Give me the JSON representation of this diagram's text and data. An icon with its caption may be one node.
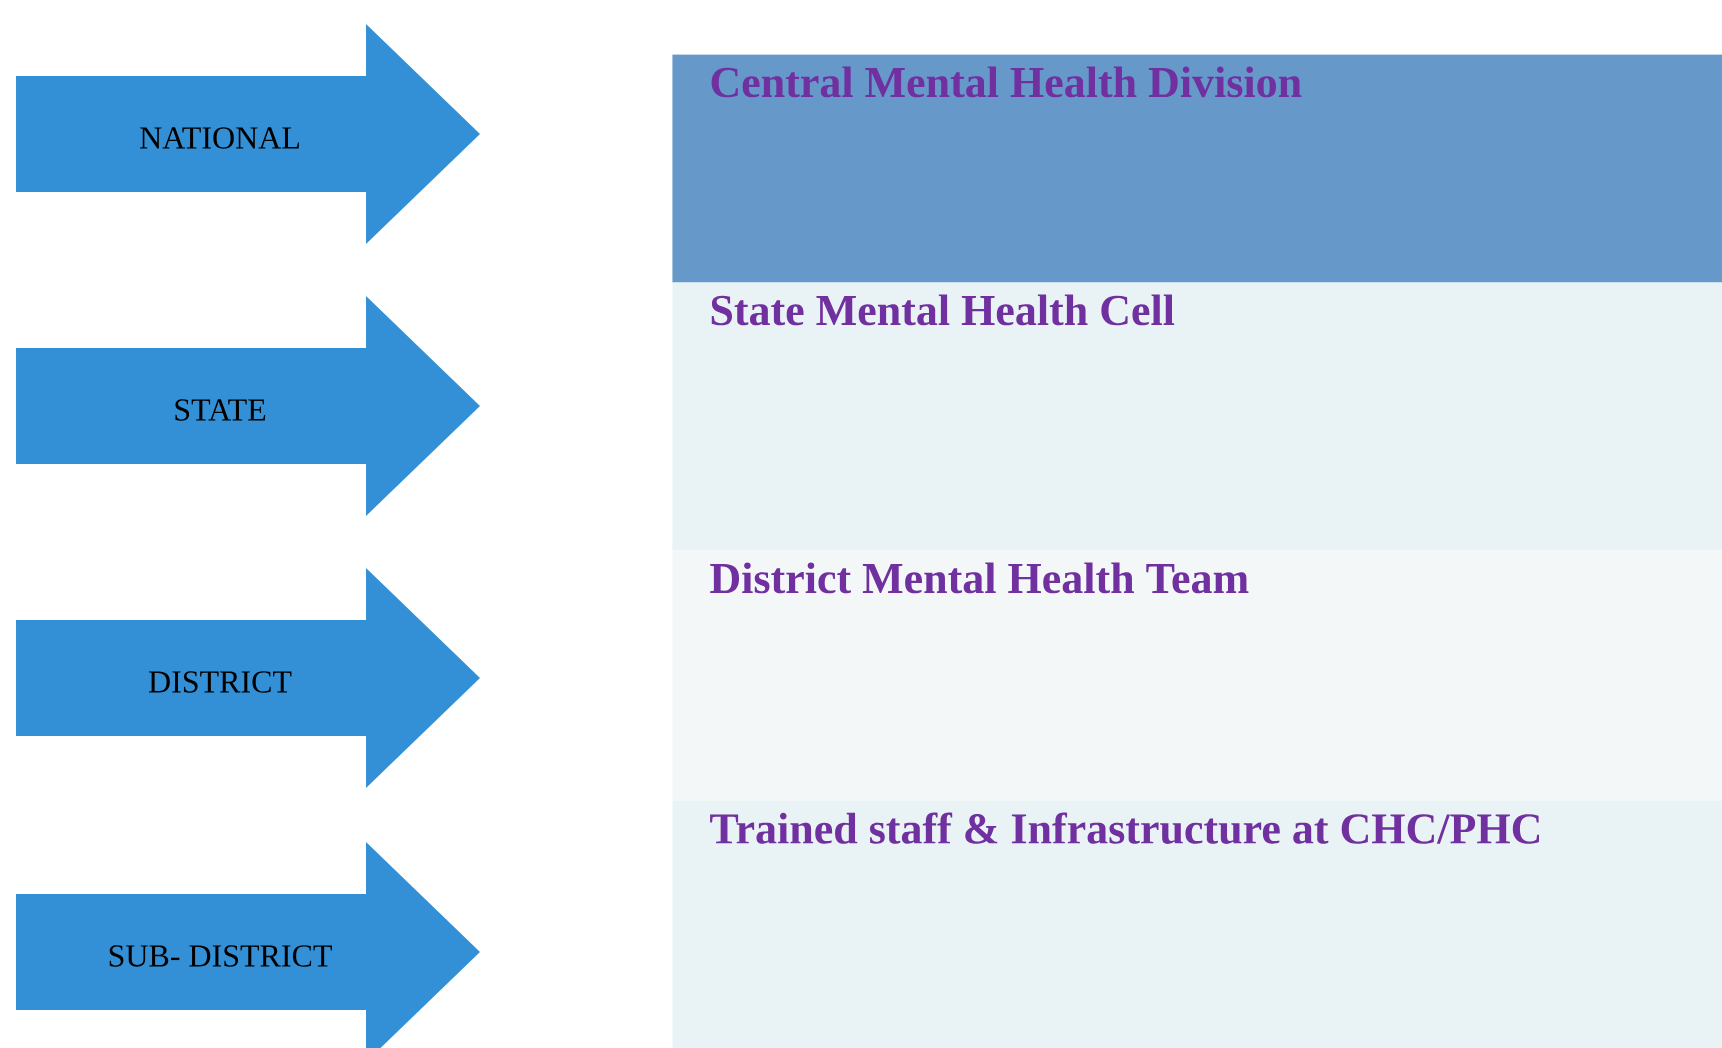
{
  "diagram": {
    "nodes": [
      {
        "text": [
          "NATIONAL"
        ]
      },
      {
        "text": [
          "Central Mental Health Division"
        ]
      },
      {
        "text": [
          "STATE"
        ]
      },
      {
        "text": [
          "State Mental Health Cell"
        ]
      },
      {
        "text": [
          "DISTRICT"
        ]
      },
      {
        "text": [
          "District Mental Health Team"
        ]
      },
      {
        "text": [
          "SUB- DISTRICT"
        ]
      },
      {
        "text": [
          "Trained staff & Infrastructure at CHC/PHC"
        ]
      }
    ]
  }
}
